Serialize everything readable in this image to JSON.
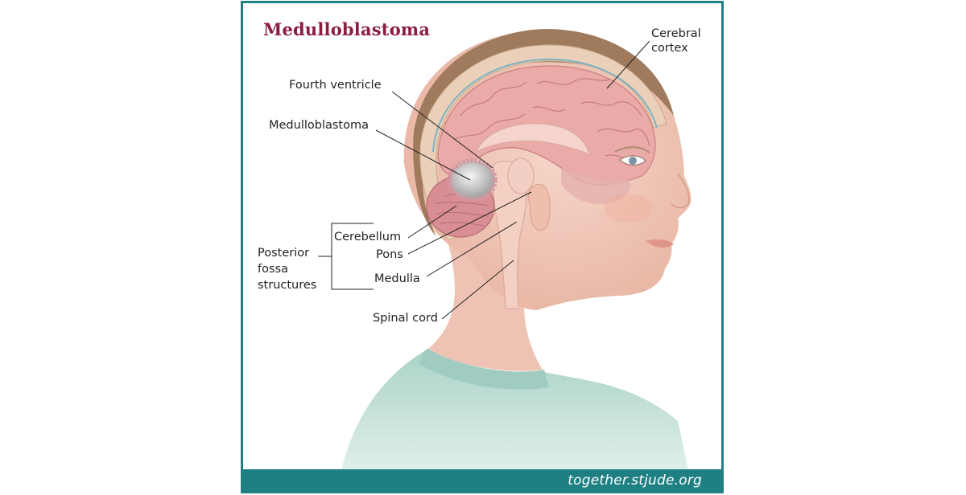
{
  "title": "Medulloblastoma",
  "footer": "together.stjude.org",
  "labels": {
    "cerebral_cortex_1": "Cerebral",
    "cerebral_cortex_2": "cortex",
    "fourth_ventricle": "Fourth ventricle",
    "medulloblastoma": "Medulloblastoma",
    "cerebellum": "Cerebellum",
    "pons": "Pons",
    "medulla": "Medulla",
    "spinal_cord": "Spinal cord",
    "posterior_1": "Posterior",
    "posterior_2": "fossa",
    "posterior_3": "structures"
  },
  "colors": {
    "frame": "#1f8083",
    "title": "#8b1e3f",
    "skin": "#f1c9bb",
    "brain": "#e8a8a8",
    "shirt": "#b9dcd3",
    "hair": "#a07a5c",
    "tumor": "#c8c8c8"
  }
}
